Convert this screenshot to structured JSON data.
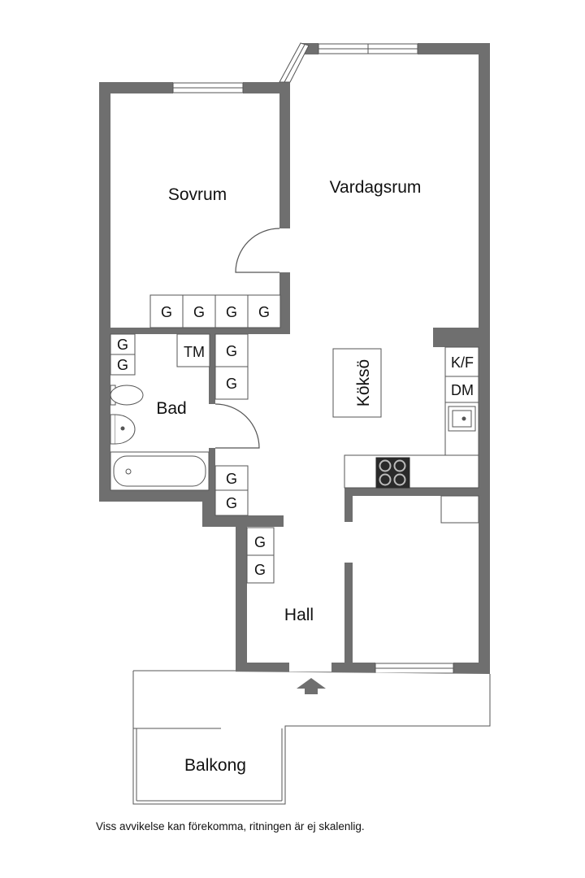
{
  "rooms": {
    "sovrum": "Sovrum",
    "vardagsrum": "Vardagsrum",
    "koksö": "Köksö",
    "bad": "Bad",
    "hall": "Hall",
    "balkong": "Balkong"
  },
  "cabinets": {
    "g": "G",
    "tm": "TM",
    "kf": "K/F",
    "dm": "DM"
  },
  "colors": {
    "wall": "#6f6f6f",
    "line": "#555555",
    "stove": "#2a2a2a"
  },
  "footnote": "Viss avvikelse kan förekomma, ritningen är ej skalenlig."
}
